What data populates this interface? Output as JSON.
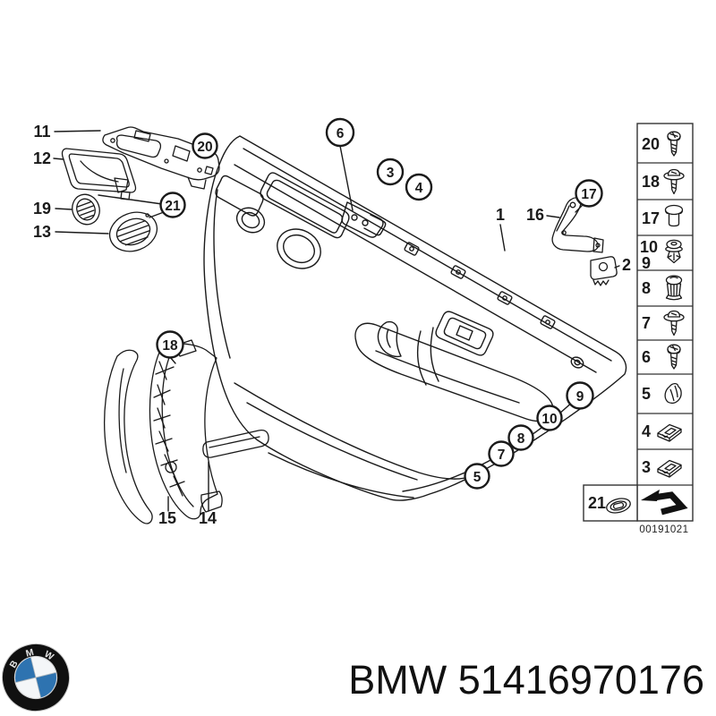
{
  "branding": {
    "logo": "bmw-roundel",
    "logo_letters": {
      "b": "B",
      "m": "M",
      "w": "W"
    },
    "part_text": "BMW 51416970176"
  },
  "diagram": {
    "doc_number": "00191021",
    "labels": {
      "l11": "11",
      "l12": "12",
      "l19": "19",
      "l13": "13",
      "l1": "1",
      "l16": "16",
      "l2": "2",
      "l15": "15",
      "l14": "14"
    },
    "callouts": {
      "c20": "20",
      "c21": "21",
      "c6": "6",
      "c3": "3",
      "c4": "4",
      "c17": "17",
      "c18": "18",
      "c9": "9",
      "c10": "10",
      "c8": "8",
      "c7": "7",
      "c5": "5"
    },
    "legend": {
      "rows": [
        {
          "num": "20",
          "icon": "pan-head-screw"
        },
        {
          "num": "18",
          "icon": "washer-head-screw"
        },
        {
          "num": "17",
          "icon": "cap-plug"
        },
        {
          "num": "10",
          "num2": "9",
          "icon": "trim-clip"
        },
        {
          "num": "8",
          "icon": "expansion-rivet"
        },
        {
          "num": "7",
          "icon": "washer-head-screw"
        },
        {
          "num": "6",
          "icon": "pan-head-screw"
        },
        {
          "num": "5",
          "icon": "foam-pad"
        },
        {
          "num": "4",
          "icon": "mounting-bracket-clip"
        },
        {
          "num": "3",
          "icon": "mounting-bracket-clip"
        }
      ],
      "extra_cell": {
        "num": "21",
        "icon": "oval-grommet"
      },
      "arrow_icon": "direction-arrow"
    }
  },
  "colors": {
    "line": "#1a1a1a",
    "bmw_blue": "#2e73b0",
    "background": "#ffffff"
  }
}
